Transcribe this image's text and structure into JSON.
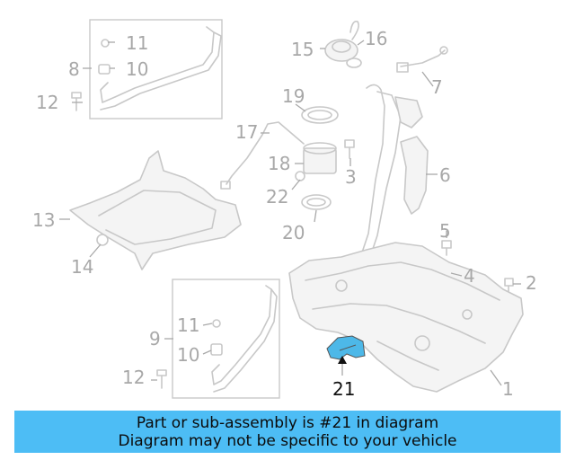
{
  "callouts": {
    "c1": "1",
    "c2": "2",
    "c3": "3",
    "c4": "4",
    "c5": "5",
    "c6": "6",
    "c7": "7",
    "c8": "8",
    "c9": "9",
    "c10a": "10",
    "c10b": "10",
    "c11a": "11",
    "c11b": "11",
    "c12a": "12",
    "c12b": "12",
    "c13": "13",
    "c14": "14",
    "c15": "15",
    "c16": "16",
    "c17": "17",
    "c18": "18",
    "c19": "19",
    "c20": "20",
    "c21": "21",
    "c22": "22"
  },
  "highlight": {
    "part_number": "21",
    "color": "#4db8e8"
  },
  "banner": {
    "line1": "Part or sub-assembly is #21 in diagram",
    "line2": "Diagram may not be specific to your vehicle",
    "background": "#4dbdf5"
  }
}
